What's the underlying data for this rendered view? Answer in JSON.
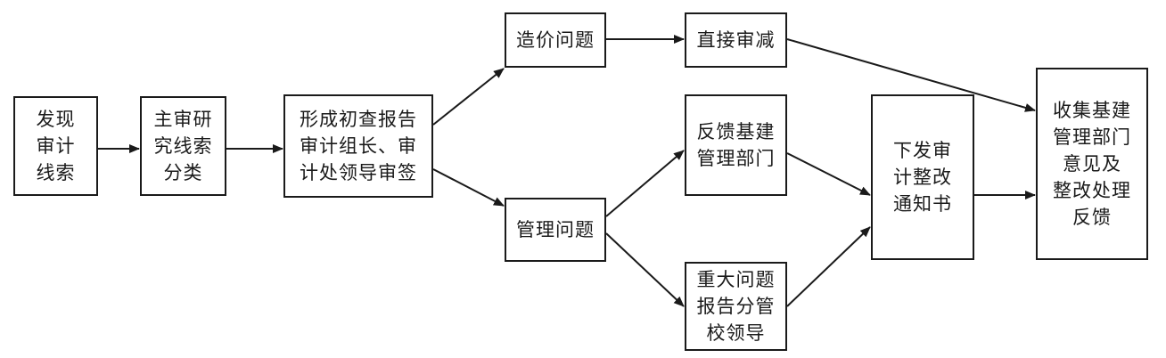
{
  "nodes": {
    "discover": "发现\n审计\n线索",
    "classify": "主审研\n究线索\n分类",
    "report": "形成初查报告\n审计组长、审\n计处领导审签",
    "cost_issue": "造价问题",
    "direct_cut": "直接审减",
    "feedback_dept": "反馈基建\n管理部门",
    "mgmt_issue": "管理问题",
    "major_issue": "重大问题\n报告分管\n校领导",
    "notice": "下发审\n计整改\n通知书",
    "collect": "收集基建\n管理部门\n意见及\n整改处理\n反馈"
  },
  "edges": [
    [
      "discover",
      "classify"
    ],
    [
      "classify",
      "report"
    ],
    [
      "report",
      "cost_issue"
    ],
    [
      "report",
      "mgmt_issue"
    ],
    [
      "cost_issue",
      "direct_cut"
    ],
    [
      "direct_cut",
      "collect"
    ],
    [
      "mgmt_issue",
      "feedback_dept"
    ],
    [
      "mgmt_issue",
      "major_issue"
    ],
    [
      "feedback_dept",
      "notice"
    ],
    [
      "major_issue",
      "notice"
    ],
    [
      "notice",
      "collect"
    ]
  ]
}
